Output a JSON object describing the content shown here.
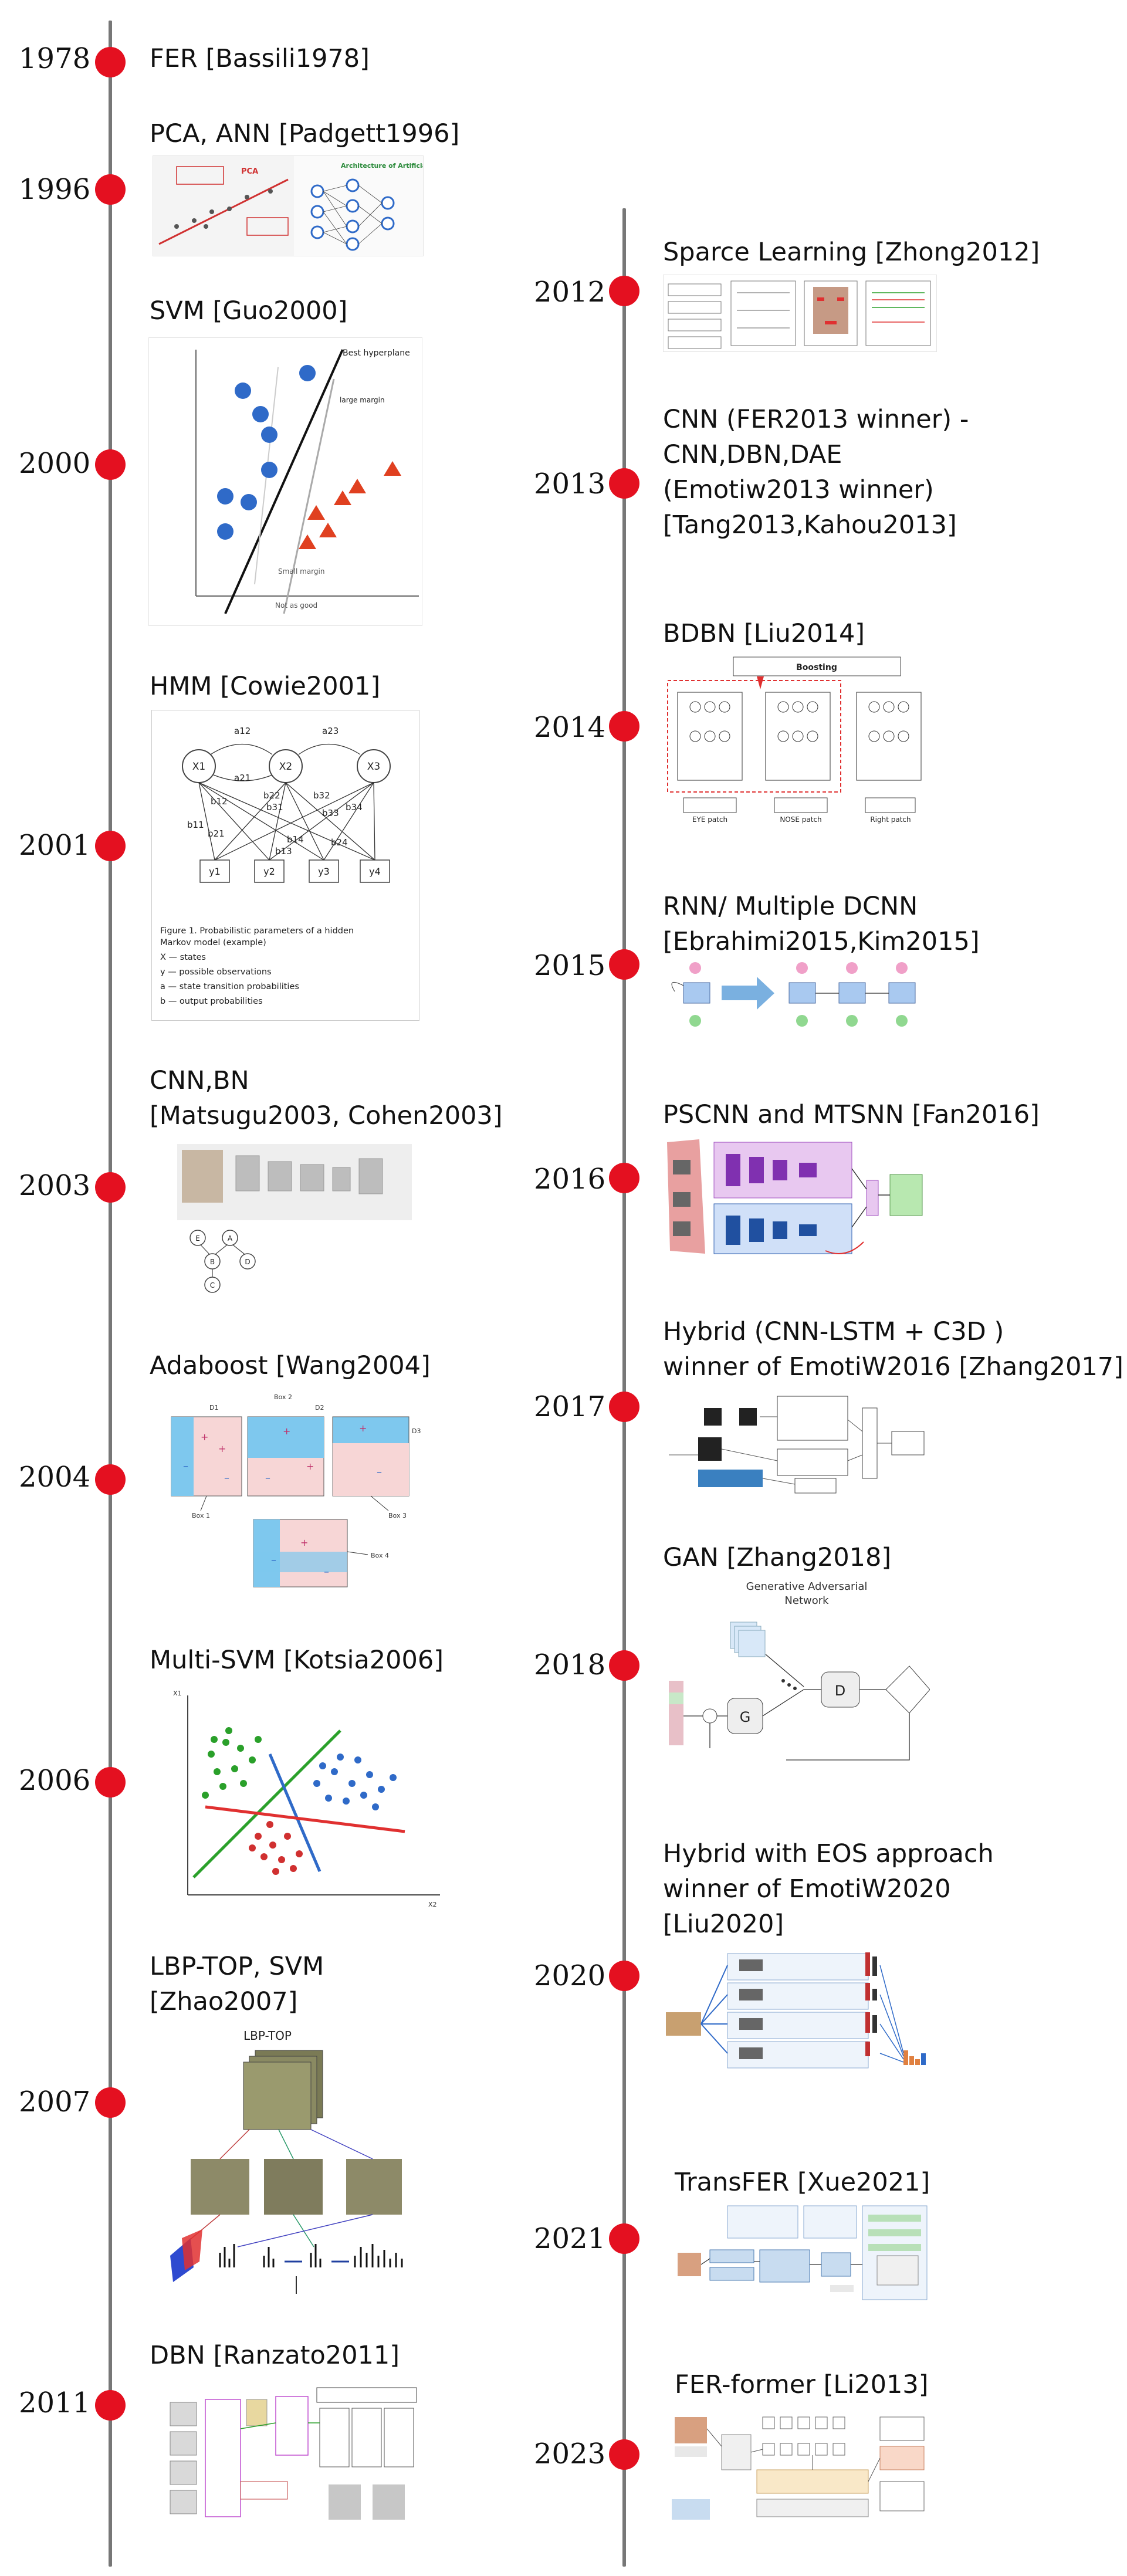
{
  "timeline": {
    "left": [
      {
        "year": "1978",
        "title": [
          "FER [Bassili1978]"
        ]
      },
      {
        "year": "1996",
        "title": [
          "PCA, ANN [Padgett1996]"
        ]
      },
      {
        "year": "2000",
        "title": [
          "SVM [Guo2000]"
        ]
      },
      {
        "year": "2001",
        "title": [
          "HMM [Cowie2001]"
        ]
      },
      {
        "year": "2003",
        "title": [
          "CNN,BN",
          "[Matsugu2003, Cohen2003]"
        ]
      },
      {
        "year": "2004",
        "title": [
          "Adaboost [Wang2004]"
        ]
      },
      {
        "year": "2006",
        "title": [
          "Multi-SVM [Kotsia2006]"
        ]
      },
      {
        "year": "2007",
        "title": [
          "LBP-TOP, SVM",
          "[Zhao2007]"
        ]
      },
      {
        "year": "2011",
        "title": [
          "DBN [Ranzato2011]"
        ]
      }
    ],
    "right": [
      {
        "year": "2012",
        "title": [
          "Sparce Learning [Zhong2012]"
        ]
      },
      {
        "year": "2013",
        "title": [
          "CNN (FER2013 winner) -",
          "CNN,DBN,DAE",
          "(Emotiw2013 winner)",
          "[Tang2013,Kahou2013]"
        ]
      },
      {
        "year": "2014",
        "title": [
          "BDBN [Liu2014]"
        ]
      },
      {
        "year": "2015",
        "title": [
          "RNN/ Multiple DCNN",
          "[Ebrahimi2015,Kim2015]"
        ]
      },
      {
        "year": "2016",
        "title": [
          "PSCNN and MTSNN [Fan2016]"
        ]
      },
      {
        "year": "2017",
        "title": [
          "Hybrid (CNN-LSTM + C3D )",
          "winner of EmotiW2016 [Zhang2017]"
        ]
      },
      {
        "year": "2018",
        "title": [
          "GAN [Zhang2018]"
        ]
      },
      {
        "year": "2020",
        "title": [
          "Hybrid with EOS approach",
          "winner of EmotiW2020",
          "[Liu2020]"
        ]
      },
      {
        "year": "2021",
        "title": [
          "TransFER [Xue2021]"
        ]
      },
      {
        "year": "2023",
        "title": [
          "FER-former [Li2013]"
        ]
      }
    ]
  },
  "figures": {
    "padgett": {
      "pca": "PCA",
      "ann": "Architecture of Artificial Neural Network"
    },
    "guo": {
      "best": "Best hyperplane",
      "margin": "large margin",
      "small": "Small margin",
      "notgood": "Not as good"
    },
    "cowie": {
      "states": [
        "X1",
        "X2",
        "X3"
      ],
      "outputs": [
        "y1",
        "y2",
        "y3",
        "y4"
      ],
      "a_labels": [
        "a12",
        "a21",
        "a23"
      ],
      "b_labels": [
        "b11",
        "b12",
        "b21",
        "b22",
        "b31",
        "b13",
        "b14",
        "b32",
        "b33",
        "b34",
        "b24"
      ],
      "caption": [
        "Figure 1. Probabilistic parameters of a hidden",
        "Markov model (example)",
        "X — states",
        "y — possible observations",
        "a — state transition probabilities",
        "b — output probabilities"
      ]
    },
    "cohen": {
      "nodes": [
        "E",
        "A",
        "B",
        "D",
        "C"
      ]
    },
    "wang": {
      "box1": "Box 1",
      "box2": "Box 2",
      "box3": "Box 3",
      "box4": "Box 4",
      "d1": "D1",
      "d2": "D2",
      "d3": "D3"
    },
    "kotsia": {
      "x1": "X1",
      "x2": "X2"
    },
    "zhao": {
      "label": "LBP-TOP"
    },
    "liu2014": {
      "header": "Boosting",
      "patches": [
        "EYE patch",
        "NOSE patch",
        "Right patch"
      ]
    },
    "zhang2018": {
      "title": [
        "Generative Adversarial",
        "Network"
      ]
    }
  },
  "colors": {
    "axis": "#777777",
    "dot": "#e41020",
    "blue": "#2f6ac8",
    "red": "#e04020",
    "green": "#2aa02a"
  }
}
